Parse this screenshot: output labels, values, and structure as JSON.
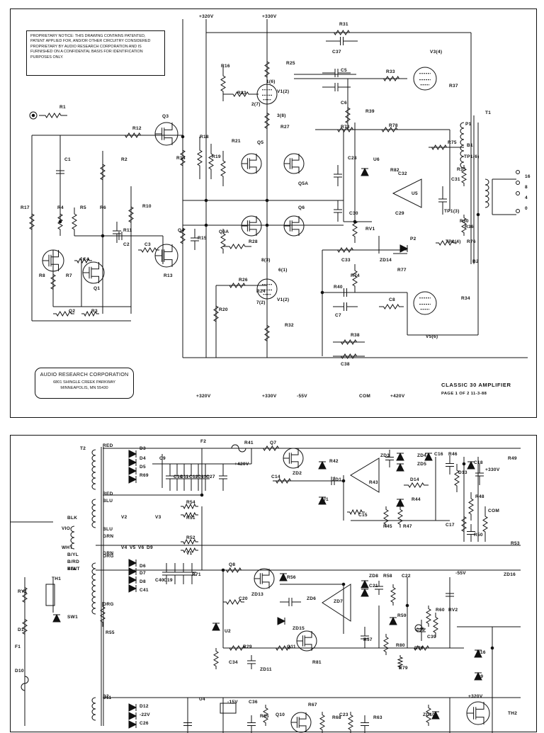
{
  "sheet1": {
    "notice": "PROPRIETARY NOTICE: THIS DRAWING CONTAINS PATENTED, PATENT APPLIED FOR, AND/OR OTHER CIRCUITRY CONSIDERED PROPRIETARY BY AUDIO RESEARCH CORPORATION AND IS FURNISHED ON A CONFIDENTAL BASIS FOR IDENTIFICATION PURPOSES ONLY.",
    "company_name": "AUDIO RESEARCH CORPORATION",
    "company_address_1": "6801 SHINGLE CREEK PARKWAY",
    "company_address_2": "MINNEAPOLIS, MN 55430",
    "title": "CLASSIC 30 AMPLIFIER",
    "page_info": "PAGE 1 OF 2 11-3-88",
    "rails_top": [
      "+320V",
      "+330V"
    ],
    "rails_bottom": [
      "+320V",
      "+330V",
      "-55V",
      "COM",
      "+420V"
    ],
    "output_taps": [
      "16",
      "8",
      "4",
      "0"
    ],
    "tubes": [
      "V1(2)",
      "V1(2)",
      "V3(4)",
      "V5(6)"
    ],
    "labels": [
      "R1",
      "C1",
      "R12",
      "Q3",
      "R2",
      "R14",
      "R16",
      "R18",
      "R19",
      "R21",
      "Q5",
      "Q5A",
      "R25",
      "1(6)",
      "R23",
      "2(7)",
      "3(8)",
      "R27",
      "R31",
      "C37",
      "C5",
      "C6",
      "R33",
      "R37",
      "R39",
      "R73",
      "R78",
      "R75",
      "B1",
      "P1",
      "T1",
      "TP1(6)",
      "C28",
      "U6",
      "R82",
      "C32",
      "U5",
      "R35",
      "C31",
      "TP1(3)",
      "C30",
      "C29",
      "RV1",
      "R30",
      "R36",
      "TP2(4)",
      "R76",
      "B2",
      "P2",
      "ZD14",
      "R77",
      "C33",
      "R74",
      "R40",
      "C7",
      "C8",
      "R34",
      "R38",
      "C38",
      "R32",
      "R26",
      "R24",
      "7(2)",
      "6(1)",
      "8(3)",
      "R28",
      "Q6",
      "Q6A",
      "R20",
      "R17",
      "R4",
      "R5",
      "R6",
      "R10",
      "R11",
      "C2",
      "C3",
      "R13",
      "Q4",
      "R15",
      "C4",
      "R7",
      "R8",
      "Q1",
      "Q2",
      "R3",
      "R9"
    ]
  },
  "sheet2": {
    "labels": [
      "T2",
      "RED",
      "RED",
      "BLU",
      "BLU",
      "GRN",
      "GRN",
      "ORG",
      "ORG",
      "BLK",
      "VIO",
      "WHT",
      "B/YL",
      "B/RD",
      "B/WT",
      "YEL",
      "D2",
      "D3",
      "D4",
      "D5",
      "R69",
      "C9",
      "C10",
      "C11",
      "C12",
      "C13",
      "C27",
      "+420V",
      "F2",
      "R41",
      "Q7",
      "ZD2",
      "R42",
      "C14",
      "ZD1",
      "U1",
      "R43",
      "C15",
      "ZD3",
      "ZD4",
      "ZD5",
      "C16",
      "R46",
      "D14",
      "R44",
      "R45",
      "R47",
      "D13",
      "C18",
      "+330V",
      "R49",
      "R48",
      "C17",
      "R50",
      "COM",
      "R53",
      "R54",
      "R51",
      "R52",
      "V1",
      "V2",
      "V3",
      "V4",
      "V5",
      "V6",
      "D9",
      "D6",
      "D7",
      "D8",
      "C41",
      "C40",
      "C19",
      "R71",
      "R55",
      "Q8",
      "ZD13",
      "R56",
      "C20",
      "ZD6",
      "ZD15",
      "U2",
      "ZD7",
      "ZD8",
      "C21",
      "R58",
      "C22",
      "-55V",
      "ZD16",
      "R59",
      "R60",
      "RV2",
      "C35",
      "C39",
      "R57",
      "R80",
      "R70",
      "R79",
      "R29",
      "Q11",
      "R81",
      "C34",
      "ZD11",
      "D16",
      "Q9",
      "+320V",
      "TH2",
      "RY1",
      "TH1",
      "D1",
      "SW1",
      "F1",
      "D10",
      "D11",
      "D12",
      "-22V",
      "C26",
      "U4",
      "-15V",
      "C36",
      "R65",
      "Q10",
      "R67",
      "R68",
      "C23",
      "R63",
      "ZD10"
    ]
  }
}
